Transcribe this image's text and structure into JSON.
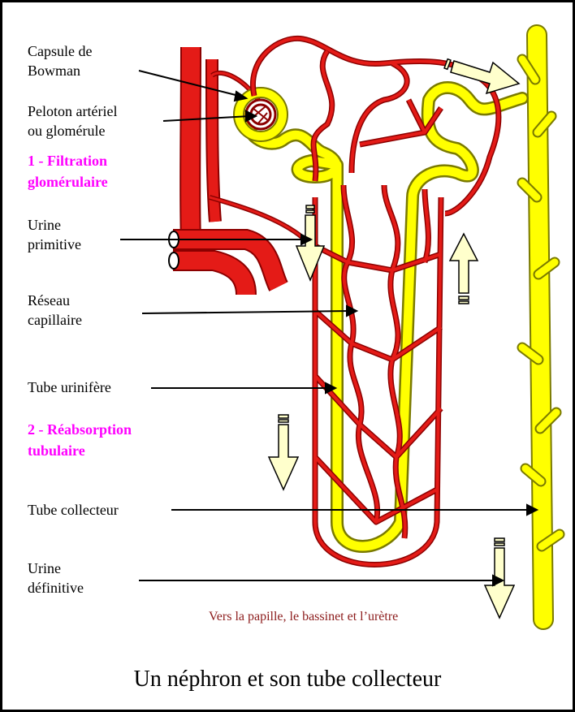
{
  "labels": {
    "capsule": "Capsule de\nBowman",
    "peloton": "Peloton artériel\nou glomérule",
    "filtration": "1 - Filtration\nglomérulaire",
    "urine_primitive": "Urine\nprimitive",
    "reseau": "Réseau\ncapillaire",
    "tube_urinifere": "Tube urinifère",
    "reabsorption": "2 - Réabsorption\ntubulaire",
    "tube_collecteur": "Tube collecteur",
    "urine_definitive": "Urine\ndéfinitive"
  },
  "note": "Vers la papille, le bassinet et l’urètre",
  "caption": "Un néphron et son tube collecteur",
  "colors": {
    "vessel": "#e41b17",
    "vessel_edge": "#8b0000",
    "tubule": "#ffff00",
    "tubule_edge": "#8b8b00",
    "arrow_fill": "#ffffcc",
    "highlight": "#ff00ff"
  }
}
